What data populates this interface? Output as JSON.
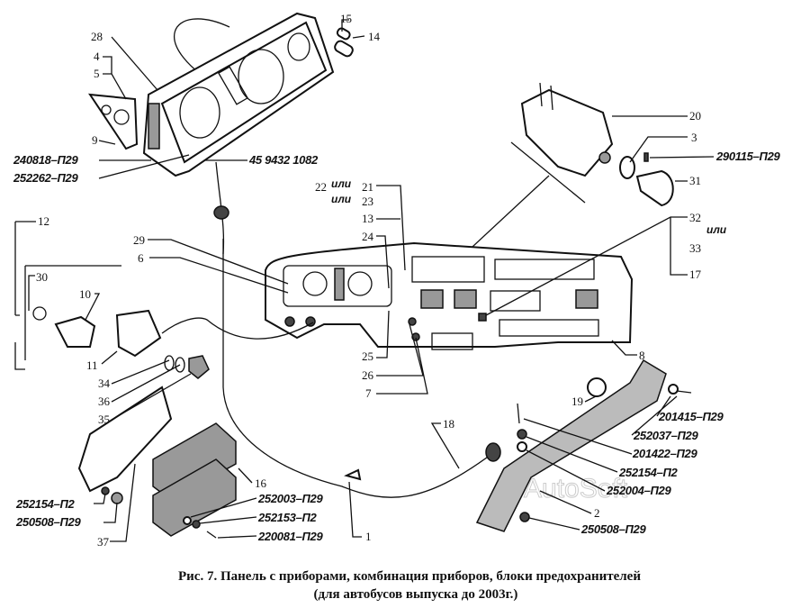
{
  "labels": {
    "n28": "28",
    "n4": "4",
    "n5": "5",
    "n15": "15",
    "n14": "14",
    "n9": "9",
    "p240818": "240818–П29",
    "p252262": "252262–П29",
    "p459432": "45 9432 1082",
    "n22": "22",
    "ili1": "или",
    "n21": "21",
    "ili2": "или",
    "n23": "23",
    "n13": "13",
    "n24": "24",
    "n12": "12",
    "n29": "29",
    "n6": "6",
    "n30": "30",
    "n10": "10",
    "n11": "11",
    "n34": "34",
    "n36": "36",
    "n35": "35",
    "n25": "25",
    "n26": "26",
    "n7": "7",
    "n20": "20",
    "n3": "3",
    "p290115": "290115–П29",
    "n31": "31",
    "n32": "32",
    "ili3": "или",
    "n33": "33",
    "n17": "17",
    "n8": "8",
    "n19": "19",
    "n18": "18",
    "p201415": "201415–П29",
    "p252037": "252037–П29",
    "p201422": "201422–П29",
    "p252154b": "252154–П2",
    "p252004": "252004–П29",
    "n2": "2",
    "p250508b": "250508–П29",
    "n16": "16",
    "p252003": "252003–П29",
    "p252153": "252153–П2",
    "p220081": "220081–П29",
    "n1": "1",
    "p252154a": "252154–П2",
    "p250508a": "250508–П29",
    "n37": "37"
  },
  "caption": {
    "line1": "Рис. 7. Панель с приборами, комбинация приборов, блоки предохранителей",
    "line2": "(для автобусов выпуска до 2003г.)"
  },
  "watermark": "AutoSoft"
}
